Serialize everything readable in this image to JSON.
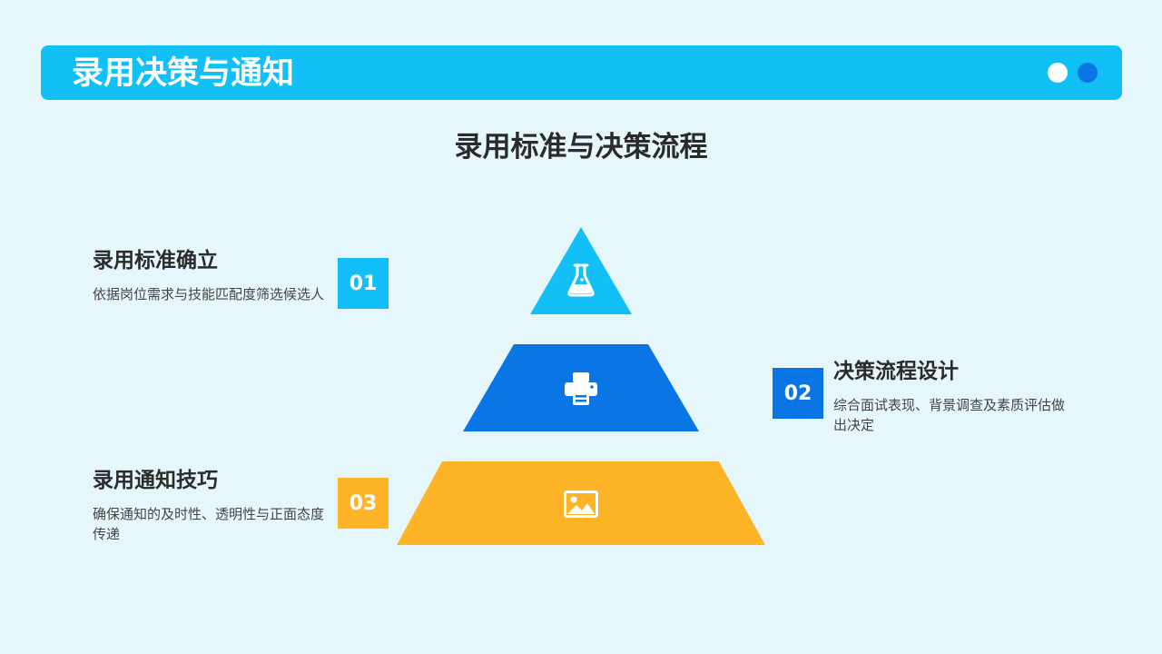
{
  "header": {
    "title": "录用决策与通知"
  },
  "subtitle": "录用标准与决策流程",
  "colors": {
    "background": "#e6f7fc",
    "header": "#12c0f7",
    "dot_light": "#ffffff",
    "dot_dark": "#0a76e6",
    "level_1": "#12c0f7",
    "level_2": "#0a76e6",
    "level_3": "#fdb527",
    "title_text": "#2b2b2b",
    "desc_text": "#444444"
  },
  "levels": [
    {
      "badge": "01",
      "title": "录用标准确立",
      "description": "依据岗位需求与技能匹配度筛选候选人",
      "icon": "flask-icon"
    },
    {
      "badge": "02",
      "title": "决策流程设计",
      "description": "综合面试表现、背景调查及素质评估做出决定",
      "icon": "printer-icon"
    },
    {
      "badge": "03",
      "title": "录用通知技巧",
      "description": "确保通知的及时性、透明性与正面态度传递",
      "icon": "image-icon"
    }
  ]
}
